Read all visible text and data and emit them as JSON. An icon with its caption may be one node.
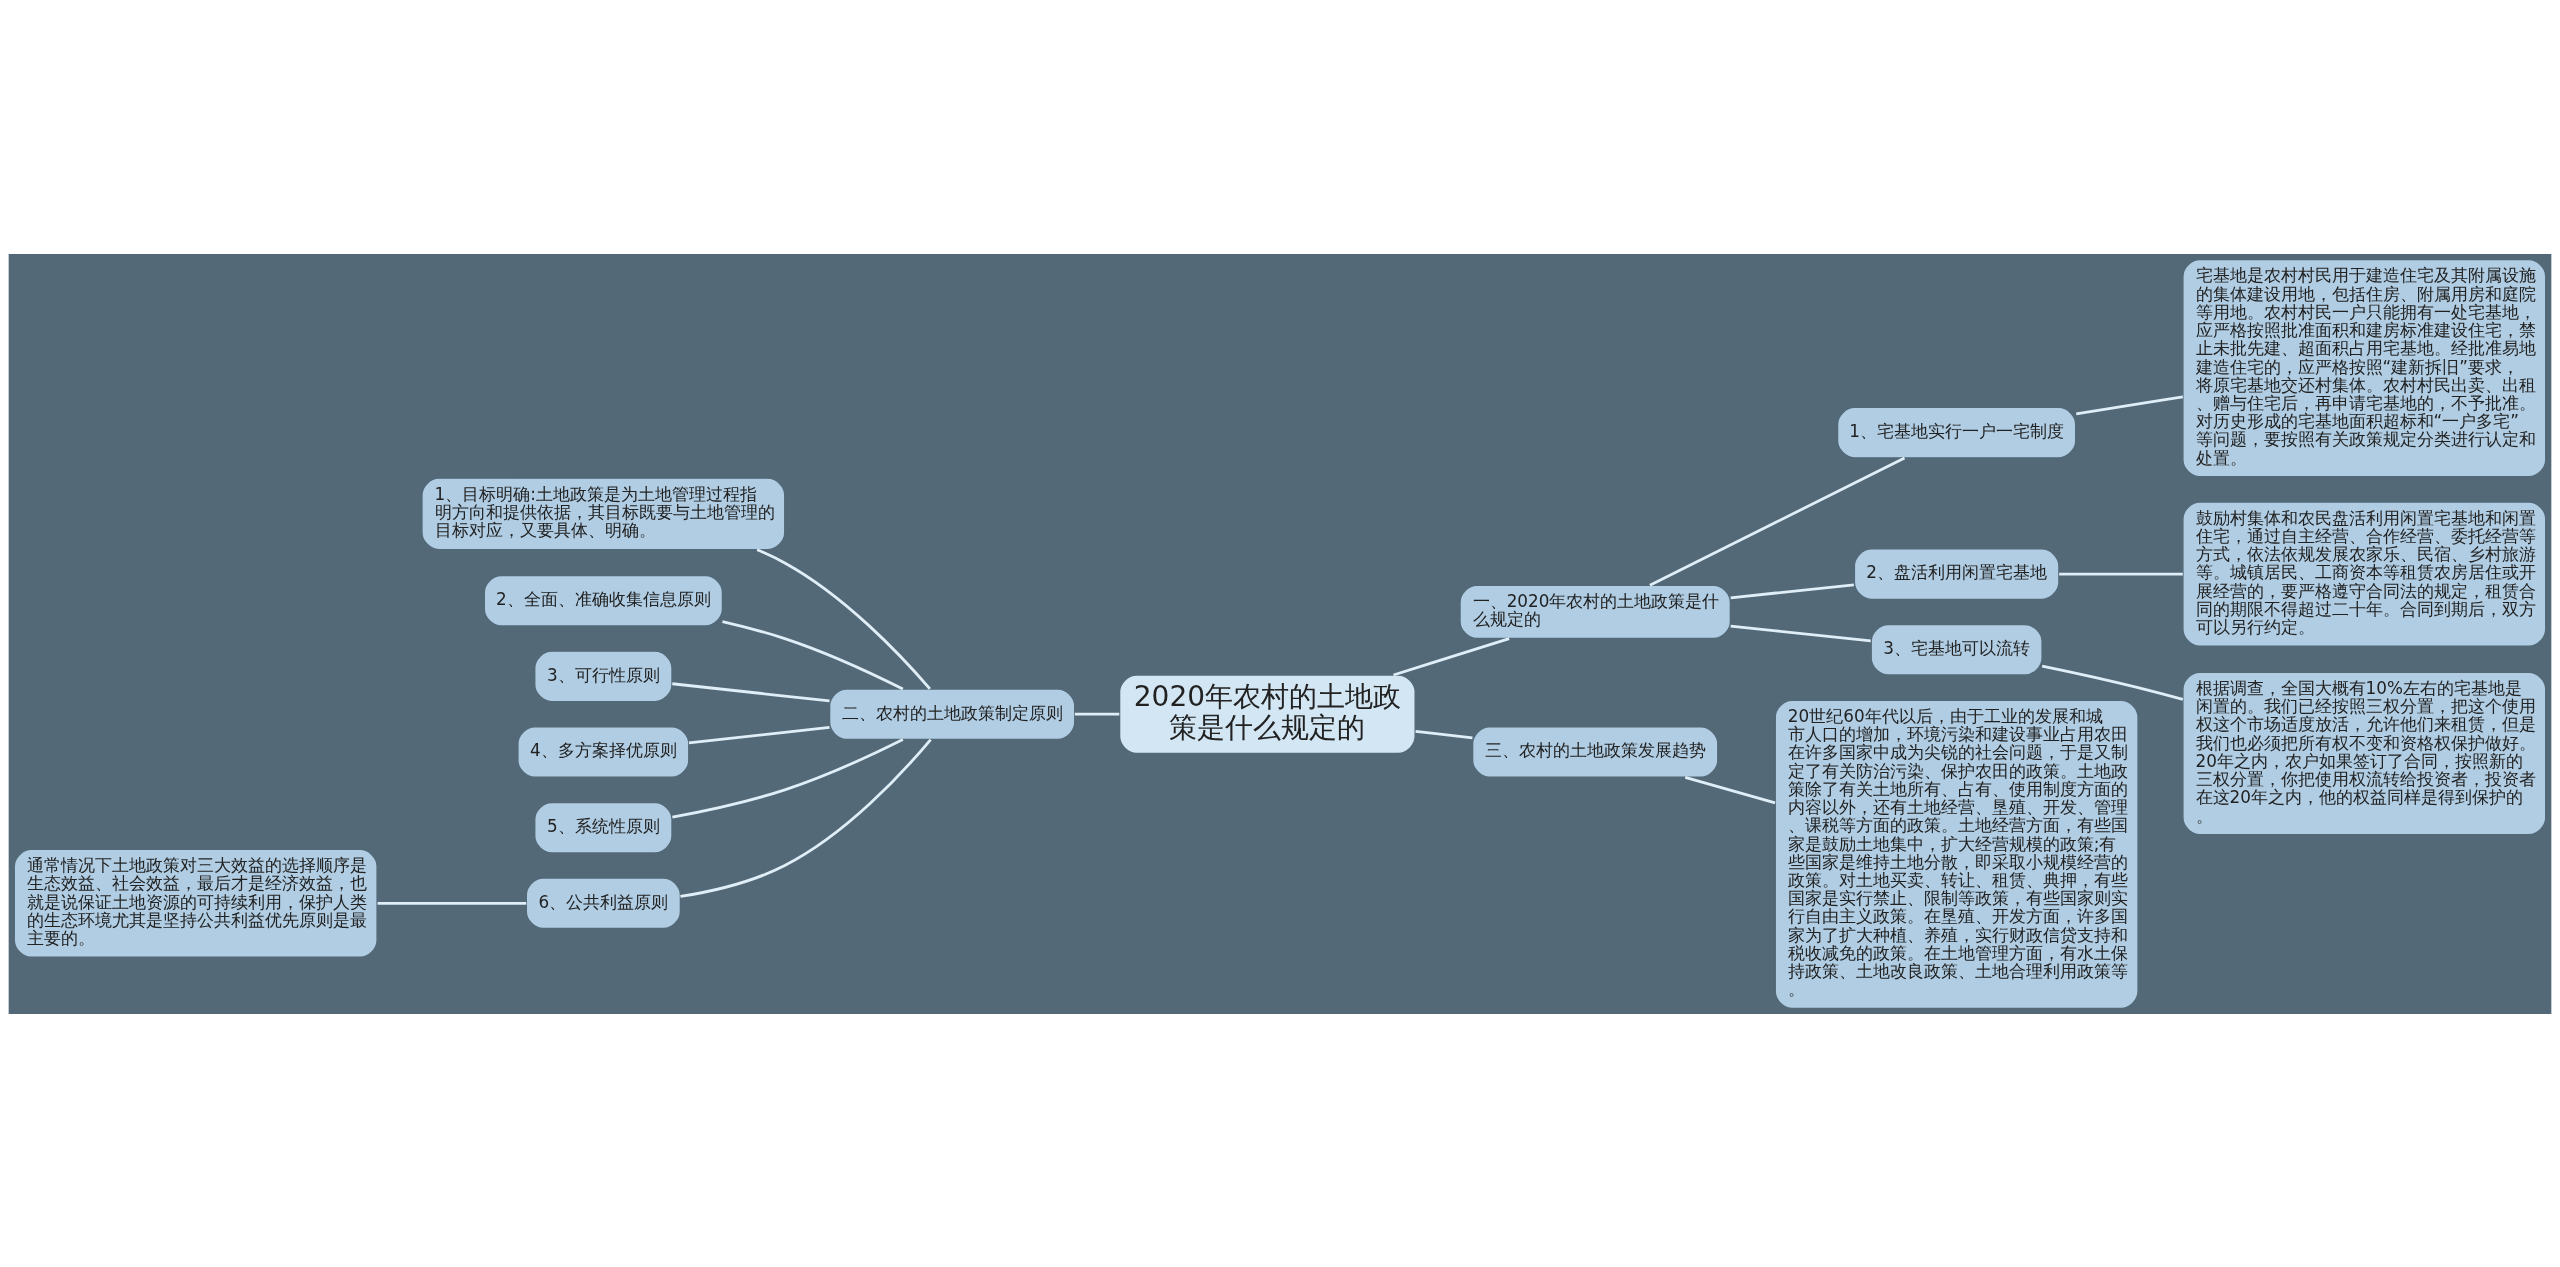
{
  "diagram": {
    "nodes": [
      {
        "text": [
          "2020年农村的土地政策是什么规定的"
        ]
      },
      {
        "text": [
          "一、2020年农村的土地政策是什么规定的"
        ]
      },
      {
        "text": [
          "1、宅基地实行一户一宅制度"
        ]
      },
      {
        "text": [
          "宅基地是农村村民用于建造住宅及其附属设施的集体建设用地，包括住房、附属用房和庭院等用地。农村村民一户只能拥有一处宅基地，应严格按照批准面积和建房标准建设住宅，禁止未批先建、超面积占用宅基地。经批准易地建造住宅的，应严格按照“建新拆旧”要求，将原宅基地交还村集体。农村村民出卖、出租、赠与住宅后，再申请宅基地的，不予批准。对历史形成的宅基地面积超标和“一户多宅”等问题，要按照有关政策规定分类进行认定和处置。"
        ]
      },
      {
        "text": [
          "2、盘活利用闲置宅基地"
        ]
      },
      {
        "text": [
          "鼓励村集体和农民盘活利用闲置宅基地和闲置住宅，通过自主经营、合作经营、委托经营等方式，依法依规发展农家乐、民宿、乡村旅游等。城镇居民、工商资本等租赁农房居住或开展经营的，要严格遵守合同法的规定，租赁合同的期限不得超过二十年。合同到期后，双方可以另行约定。"
        ]
      },
      {
        "text": [
          "3、宅基地可以流转"
        ]
      },
      {
        "text": [
          "根据调查，全国大概有10%左右的宅基地是闲置的。我们已经按照三权分置，把这个使用权这个市场适度放活，允许他们来租赁，但是我们也必须把所有权不变和资格权保护做好。20年之内，农户如果签订了合同，按照新的三权分置，你把使用权流转给投资者，投资者在这20年之内，他的权益同样是得到保护的。"
        ]
      },
      {
        "text": [
          "三、农村的土地政策发展趋势"
        ]
      },
      {
        "text": [
          "20世纪60年代以后，由于工业的发展和城市人口的增加，环境污染和建设事业占用农田在许多国家中成为尖锐的社会问题，于是又制定了有关防治污染、保护农田的政策。土地政策除了有关土地所有、占有、使用制度方面的内容以外，还有土地经营、垦殖、开发、管理、课税等方面的政策。土地经营方面，有些国家是鼓励土地集中，扩大经营规模的政策;有些国家是维持土地分散，即采取小规模经营的政策。对土地买卖、转让、租赁、典押，有些国家是实行禁止、限制等政策，有些国家则实行自由主义政策。在垦殖、开发方面，许多国家为了扩大种植、养殖，实行财政信贷支持和税收减免的政策。在土地管理方面，有水土保持政策、土地改良政策、土地合理利用政策等。"
        ]
      },
      {
        "text": [
          "二、农村的土地政策制定原则"
        ]
      },
      {
        "text": [
          "1、目标明确:土地政策是为土地管理过程指明方向和提供依据，其目标既要与土地管理的目标对应，又要具体、明确。"
        ]
      },
      {
        "text": [
          "2、全面、准确收集信息原则"
        ]
      },
      {
        "text": [
          "3、可行性原则"
        ]
      },
      {
        "text": [
          "4、多方案择优原则"
        ]
      },
      {
        "text": [
          "5、系统性原则"
        ]
      },
      {
        "text": [
          "6、公共利益原则"
        ]
      },
      {
        "text": [
          "通常情况下土地政策对三大效益的选择顺序是生态效益、社会效益，最后才是经济效益，也就是说保证土地资源的可持续利用，保护人类的生态环境尤其是坚持公共利益优先原则是最主要的。"
        ]
      }
    ],
    "edges": [
      {
        "from": 0,
        "to": 1,
        "arrow": "none"
      },
      {
        "from": 1,
        "to": 2,
        "arrow": "none"
      },
      {
        "from": 2,
        "to": 3,
        "arrow": "none"
      },
      {
        "from": 1,
        "to": 4,
        "arrow": "none"
      },
      {
        "from": 4,
        "to": 5,
        "arrow": "none"
      },
      {
        "from": 1,
        "to": 6,
        "arrow": "none"
      },
      {
        "from": 6,
        "to": 7,
        "arrow": "none"
      },
      {
        "from": 0,
        "to": 8,
        "arrow": "none"
      },
      {
        "from": 8,
        "to": 9,
        "arrow": "none"
      },
      {
        "from": 0,
        "to": 10,
        "arrow": "none"
      },
      {
        "from": 10,
        "to": 11,
        "arrow": "none"
      },
      {
        "from": 10,
        "to": 12,
        "arrow": "none"
      },
      {
        "from": 10,
        "to": 13,
        "arrow": "none"
      },
      {
        "from": 10,
        "to": 14,
        "arrow": "none"
      },
      {
        "from": 10,
        "to": 15,
        "arrow": "none"
      },
      {
        "from": 10,
        "to": 16,
        "arrow": "none"
      },
      {
        "from": 16,
        "to": 17,
        "arrow": "none"
      }
    ]
  }
}
